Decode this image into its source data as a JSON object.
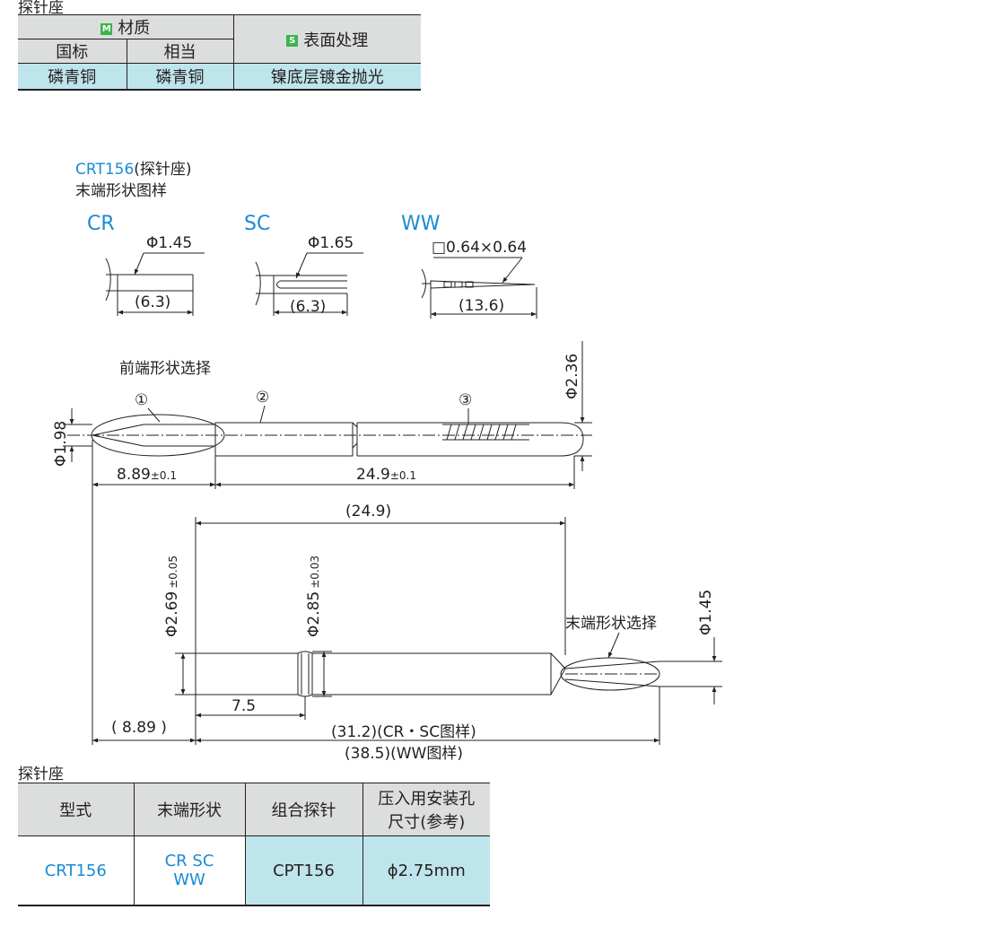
{
  "material_title": "探针座",
  "material_table": {
    "material_header": "材质",
    "material_badge": "M",
    "surface_header": "表面处理",
    "surface_badge": "S",
    "col_gb": "国标",
    "col_equiv": "相当",
    "val_gb": "磷青铜",
    "val_equiv": "磷青铜",
    "val_surface": "镍底层镀金抛光"
  },
  "drawing": {
    "model": "CRT156",
    "model_suffix": "(探针座)",
    "pattern_title": "末端形状图样",
    "cr": {
      "name": "CR",
      "dia": "Φ1.45",
      "len": "(6.3)"
    },
    "sc": {
      "name": "SC",
      "dia": "Φ1.65",
      "len": "(6.3)"
    },
    "ww": {
      "name": "WW",
      "dia": "□0.64×0.64",
      "len": "(13.6)"
    },
    "front_select": "前端形状选择",
    "part1": "①",
    "part2": "②",
    "part3": "③",
    "d_236": "Φ2.36",
    "d_198": "Φ1.98",
    "dim_889": "8.89",
    "tol_889": "±0.1",
    "dim_249": "24.9",
    "tol_249": "±0.1",
    "dim_249p": "(24.9)",
    "d_269": "Φ2.69",
    "tol_269": "±0.05",
    "d_285": "Φ2.85",
    "tol_285": "±0.03",
    "end_select": "末端形状选择",
    "d_145": "Φ1.45",
    "dim_75": "7.5",
    "dim_889p": "( 8.89 )",
    "dim_312": "(31.2)(CR・SC图样)",
    "dim_385": "(38.5)(WW图样)"
  },
  "spec_title": "探针座",
  "spec_table": {
    "headers": [
      "型式",
      "末端形状",
      "组合探针",
      "压入用安装孔",
      "尺寸(参考)"
    ],
    "row": {
      "type": "CRT156",
      "shape1": "CR  SC",
      "shape2": "WW",
      "probe": "CPT156",
      "hole": "ϕ2.75mm"
    }
  },
  "colors": {
    "blue": "#1a8ad4",
    "header_gray": "#dcdddd",
    "cell_cyan": "#bfe5ec",
    "green_badge": "#39b54a"
  }
}
